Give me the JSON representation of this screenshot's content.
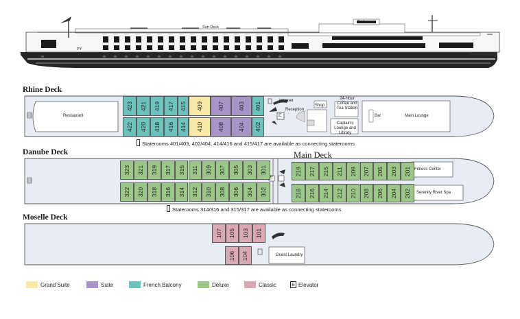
{
  "colors": {
    "grand_suite": "#fbe9a8",
    "suite": "#a994c7",
    "french_balcony": "#6cc2bc",
    "deluxe": "#9cc788",
    "classic": "#d9aab4",
    "hull_outline": "#777777"
  },
  "profile": {
    "sun_deck_label": "Sun Deck",
    "bridge_label": "Bridge",
    "ship_name": "RIVER QUEEN",
    "stern_mark": "PY"
  },
  "rhine_deck": {
    "title": "Rhine Deck",
    "restaurant": "Restaurant",
    "internet": "Internet",
    "reception": "Reception",
    "shop": "Shop",
    "coffee": "24-Hour Coffee and Tea Station",
    "captains_lounge": "Captain's Lounge and Library",
    "bar": "Bar",
    "main_lounge": "Main Lounge",
    "elevator_mark": "E",
    "note": "Staterooms 401/403, 402/404, 414/416 and 415/417 are available as connecting staterooms",
    "cabins_top": [
      {
        "num": "423",
        "cat": "french_balcony"
      },
      {
        "num": "421",
        "cat": "french_balcony"
      },
      {
        "num": "419",
        "cat": "french_balcony"
      },
      {
        "num": "417",
        "cat": "french_balcony"
      },
      {
        "num": "415",
        "cat": "french_balcony"
      },
      {
        "num": "409",
        "cat": "grand_suite"
      },
      {
        "num": "407",
        "cat": "suite"
      },
      {
        "num": "403",
        "cat": "suite"
      },
      {
        "num": "401",
        "cat": "french_balcony"
      }
    ],
    "cabins_bottom": [
      {
        "num": "422",
        "cat": "french_balcony"
      },
      {
        "num": "420",
        "cat": "french_balcony"
      },
      {
        "num": "418",
        "cat": "french_balcony"
      },
      {
        "num": "416",
        "cat": "french_balcony"
      },
      {
        "num": "414",
        "cat": "french_balcony"
      },
      {
        "num": "410",
        "cat": "grand_suite"
      },
      {
        "num": "408",
        "cat": "suite"
      },
      {
        "num": "404",
        "cat": "suite"
      },
      {
        "num": "402",
        "cat": "french_balcony"
      }
    ]
  },
  "danube_deck": {
    "title": "Danube Deck",
    "elevator_mark": "E",
    "note": "Staterooms 314/316 and 315/317 are available as connecting staterooms",
    "cabins_top": [
      {
        "num": "323",
        "cat": "deluxe"
      },
      {
        "num": "321",
        "cat": "deluxe"
      },
      {
        "num": "319",
        "cat": "deluxe"
      },
      {
        "num": "317",
        "cat": "deluxe"
      },
      {
        "num": "315",
        "cat": "deluxe"
      },
      {
        "num": "311",
        "cat": "deluxe"
      },
      {
        "num": "309",
        "cat": "deluxe"
      },
      {
        "num": "307",
        "cat": "deluxe"
      },
      {
        "num": "305",
        "cat": "deluxe"
      },
      {
        "num": "303",
        "cat": "deluxe"
      },
      {
        "num": "301",
        "cat": "deluxe"
      }
    ],
    "cabins_bottom": [
      {
        "num": "322",
        "cat": "deluxe"
      },
      {
        "num": "320",
        "cat": "deluxe"
      },
      {
        "num": "318",
        "cat": "deluxe"
      },
      {
        "num": "316",
        "cat": "deluxe"
      },
      {
        "num": "314",
        "cat": "deluxe"
      },
      {
        "num": "312",
        "cat": "deluxe"
      },
      {
        "num": "310",
        "cat": "deluxe"
      },
      {
        "num": "308",
        "cat": "deluxe"
      },
      {
        "num": "306",
        "cat": "deluxe"
      },
      {
        "num": "304",
        "cat": "deluxe"
      },
      {
        "num": "302",
        "cat": "deluxe"
      }
    ]
  },
  "main_deck": {
    "title": "Main Deck",
    "fitness": "Fitness Center",
    "spa": "Serenity River Spa",
    "cabins_top": [
      {
        "num": "219",
        "cat": "deluxe"
      },
      {
        "num": "217",
        "cat": "deluxe"
      },
      {
        "num": "215",
        "cat": "deluxe"
      },
      {
        "num": "211",
        "cat": "deluxe"
      },
      {
        "num": "209",
        "cat": "deluxe"
      },
      {
        "num": "207",
        "cat": "deluxe"
      },
      {
        "num": "205",
        "cat": "deluxe"
      },
      {
        "num": "203",
        "cat": "deluxe"
      },
      {
        "num": "201",
        "cat": "deluxe"
      }
    ],
    "cabins_bottom": [
      {
        "num": "218",
        "cat": "deluxe"
      },
      {
        "num": "216",
        "cat": "deluxe"
      },
      {
        "num": "214",
        "cat": "deluxe"
      },
      {
        "num": "212",
        "cat": "deluxe"
      },
      {
        "num": "210",
        "cat": "deluxe"
      },
      {
        "num": "208",
        "cat": "deluxe"
      },
      {
        "num": "206",
        "cat": "deluxe"
      },
      {
        "num": "204",
        "cat": "deluxe"
      },
      {
        "num": "202",
        "cat": "deluxe"
      }
    ]
  },
  "moselle_deck": {
    "title": "Moselle Deck",
    "guest_laundry": "Guest Laundry",
    "cabins_top": [
      {
        "num": "107",
        "cat": "classic"
      },
      {
        "num": "105",
        "cat": "classic"
      },
      {
        "num": "103",
        "cat": "classic"
      },
      {
        "num": "101",
        "cat": "classic"
      }
    ],
    "cabins_bottom": [
      {
        "num": "106",
        "cat": "classic"
      },
      {
        "num": "104",
        "cat": "classic"
      }
    ]
  },
  "legend": {
    "grand_suite": "Grand Suite",
    "suite": "Suite",
    "french_balcony": "French Balcony",
    "deluxe": "Deluxe",
    "classic": "Classic",
    "elevator_mark": "E",
    "elevator": "Elevator"
  }
}
